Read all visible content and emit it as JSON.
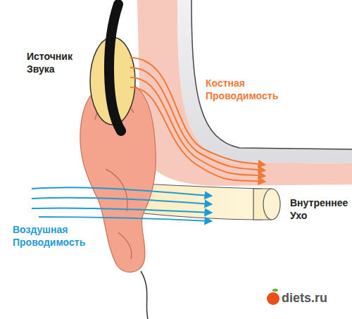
{
  "diagram": {
    "labels": [
      "Источник Звука",
      "Костная Проводимость",
      "Внутреннее Ухо",
      "Воздушная Проводимость",
      "diets.ru"
    ]
  }
}
